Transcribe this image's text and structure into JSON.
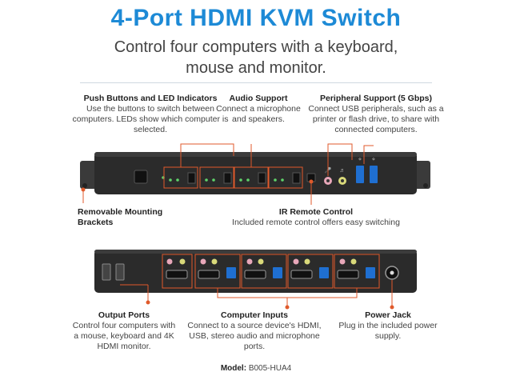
{
  "header": {
    "title": "4-Port HDMI KVM Switch",
    "subtitle": "Control four computers with a keyboard, mouse and monitor."
  },
  "front_callouts": {
    "push_buttons": {
      "title": "Push Buttons and LED Indicators",
      "body": "Use the buttons to switch between computers. LEDs show which computer is selected."
    },
    "audio": {
      "title": "Audio Support",
      "body": "Connect a microphone and speakers."
    },
    "peripheral": {
      "title": "Peripheral Support (5 Gbps)",
      "body": "Connect USB peripherals, such as a printer or flash drive, to share with connected computers."
    },
    "brackets": {
      "title": "Removable Mounting Brackets"
    },
    "ir": {
      "title": "IR Remote Control",
      "body": "Included remote control offers easy switching"
    }
  },
  "rear_callouts": {
    "output": {
      "title": "Output Ports",
      "body": "Control four computers with a mouse, keyboard and 4K HDMI monitor."
    },
    "inputs": {
      "title": "Computer Inputs",
      "body": "Connect to a source device's HDMI, USB, stereo audio and microphone ports."
    },
    "power": {
      "title": "Power Jack",
      "body": "Plug in the included power supply."
    }
  },
  "footer": {
    "model_label": "Model:",
    "model_value": "B005-HUA4"
  },
  "colors": {
    "title": "#1d8ad6",
    "callout_line": "#e05a2b",
    "device_body": "#2b2b2b",
    "usb_blue": "#1f6fd1"
  }
}
